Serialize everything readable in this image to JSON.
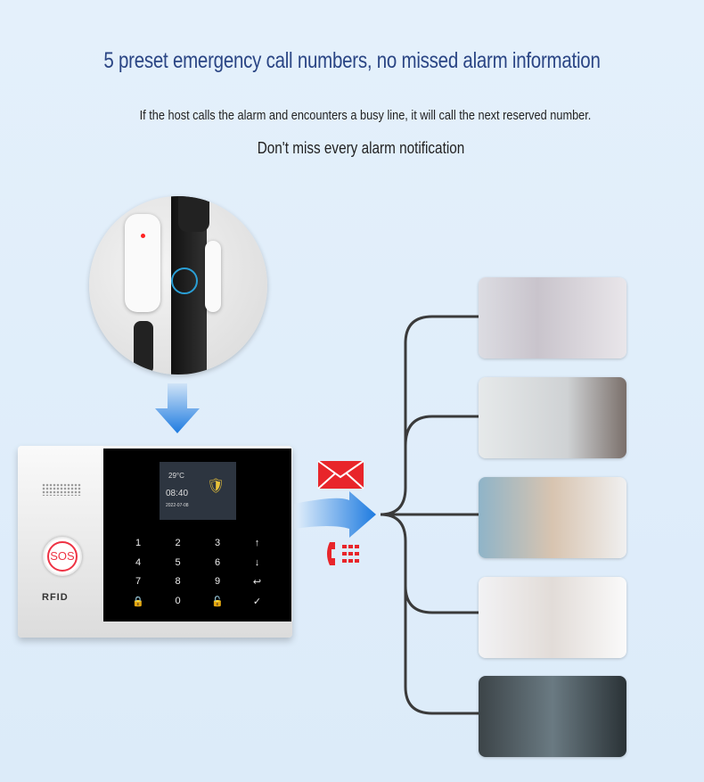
{
  "header": {
    "title": "5 preset emergency call numbers, no missed alarm information",
    "subtitle": "If the host calls the alarm and encounters a busy line, it will call the next reserved number.",
    "tagline": "Don't miss every alarm notification"
  },
  "device": {
    "sos_label": "SOS",
    "rfid_label": "RFID",
    "screen_time": "08:40",
    "screen_date": "2022-07-08",
    "screen_temp": "29°C",
    "keys": [
      "1",
      "2",
      "3",
      "↑",
      "4",
      "5",
      "6",
      "↓",
      "7",
      "8",
      "9",
      "↩",
      "🔒",
      "0",
      "🔓",
      "✓"
    ]
  },
  "icons": [
    "door-sensor",
    "down-arrow",
    "right-arrow",
    "envelope-icon",
    "phone-keypad-icon"
  ],
  "colors": {
    "title": "#2a4584",
    "arrow": "#1e7be0",
    "alert": "#e8252a",
    "line": "#3a3a3a"
  },
  "recipients": [
    "woman-with-phone",
    "man-with-phone",
    "couple-with-phone",
    "woman-in-bed-with-phone",
    "two-men-with-phone"
  ]
}
